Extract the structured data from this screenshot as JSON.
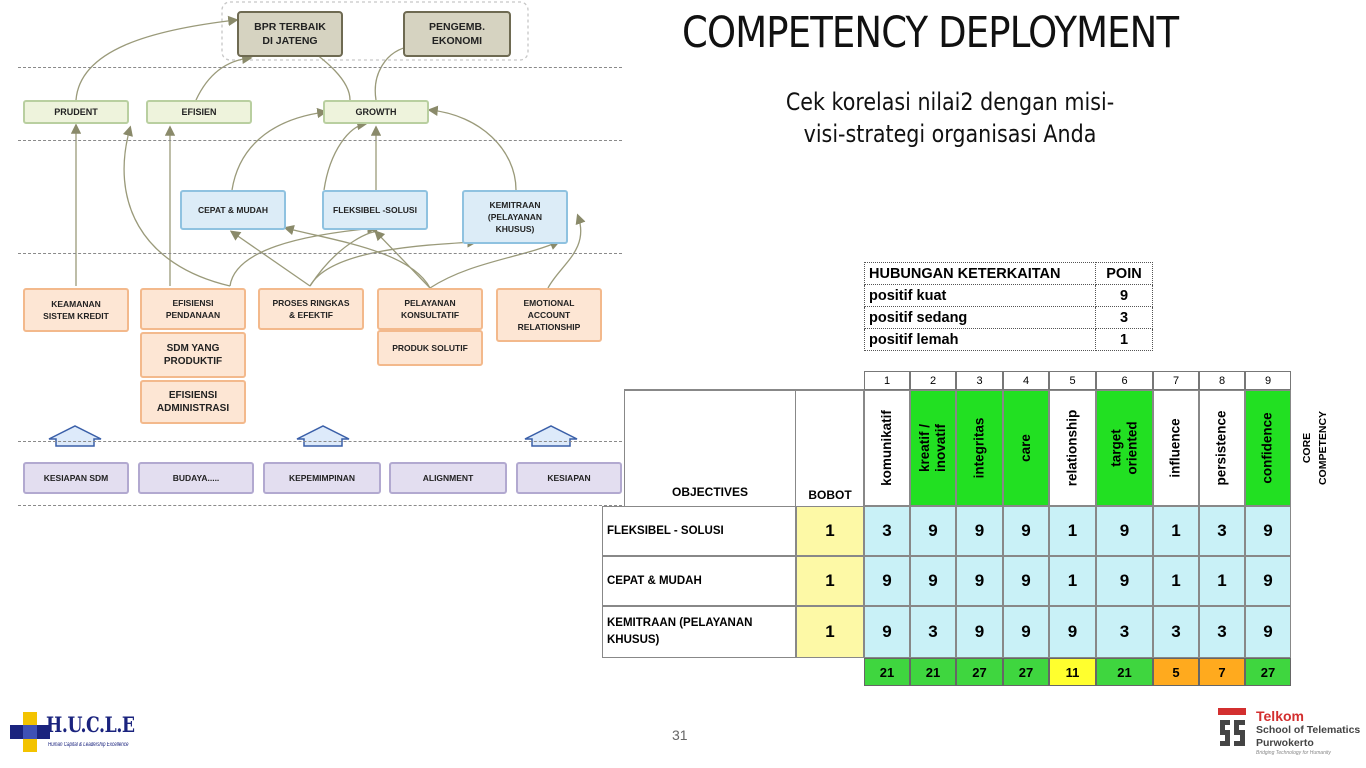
{
  "title": "COMPETENCY DEPLOYMENT",
  "subtitle": "Cek korelasi nilai2 dengan misi-visi-strategi organisasi Anda",
  "diagram": {
    "goals": [
      "BPR TERBAIK\nDI JATENG",
      "PENGEMB.\nEKONOMI"
    ],
    "values": [
      "PRUDENT",
      "EFISIEN",
      "GROWTH"
    ],
    "strategies": [
      "CEPAT & MUDAH",
      "FLEKSIBEL -SOLUSI",
      "KEMITRAAN\n(PELAYANAN\nKHUSUS)"
    ],
    "initiatives": [
      "KEAMANAN\nSISTEM KREDIT",
      "EFISIENSI\nPENDANAAN",
      "PROSES RINGKAS\n& EFEKTIF",
      "PELAYANAN\nKONSULTATIF",
      "EMOTIONAL\nACCOUNT\nRELATIONSHIP",
      "PRODUK SOLUTIF"
    ],
    "initiatives_large": [
      "SDM YANG\nPRODUKTIF",
      "EFISIENSI\nADMINISTRASI"
    ],
    "foundations": [
      "KESIAPAN SDM",
      "BUDAYA.....",
      "KEPEMIMPINAN",
      "ALIGNMENT",
      "KESIAPAN"
    ]
  },
  "legend": {
    "header": [
      "HUBUNGAN KETERKAITAN",
      "POIN"
    ],
    "rows": [
      [
        "positif kuat",
        "9"
      ],
      [
        "positif sedang",
        "3"
      ],
      [
        "positif lemah",
        "1"
      ]
    ]
  },
  "matrix": {
    "col_numbers": [
      "1",
      "2",
      "3",
      "4",
      "5",
      "6",
      "7",
      "8",
      "9"
    ],
    "competencies": [
      "komunikatif",
      "kreatif /\ninovatif",
      "integritas",
      "care",
      "relationship",
      "target\noriented",
      "influence",
      "persistence",
      "confidence"
    ],
    "competency_highlight": [
      false,
      true,
      true,
      true,
      false,
      true,
      false,
      false,
      true
    ],
    "objectives_header": "OBJECTIVES",
    "bobot_header": "BOBOT",
    "core_label": "CORE\nCOMPETENCY",
    "rows": [
      {
        "objective": "FLEKSIBEL - SOLUSI",
        "bobot": "1",
        "scores": [
          "3",
          "9",
          "9",
          "9",
          "1",
          "9",
          "1",
          "3",
          "9"
        ]
      },
      {
        "objective": "CEPAT & MUDAH",
        "bobot": "1",
        "scores": [
          "9",
          "9",
          "9",
          "9",
          "1",
          "9",
          "1",
          "1",
          "9"
        ]
      },
      {
        "objective": "KEMITRAAN (PELAYANAN KHUSUS)",
        "bobot": "1",
        "scores": [
          "9",
          "3",
          "9",
          "9",
          "9",
          "3",
          "3",
          "3",
          "9"
        ]
      }
    ],
    "totals": [
      "21",
      "21",
      "27",
      "27",
      "11",
      "21",
      "5",
      "7",
      "27"
    ],
    "total_colors": [
      "#3fd63f",
      "#3fd63f",
      "#3fd63f",
      "#3fd63f",
      "#ffff2e",
      "#3fd63f",
      "#ffaa1e",
      "#ffaa1e",
      "#3fd63f"
    ]
  },
  "colors": {
    "highlight_green": "#22e022",
    "score_cyan": "#c9f1f7",
    "bobot_yellow": "#fdf9a6"
  },
  "page_number": "31",
  "logo_left": {
    "name": "H.U.C.L.E",
    "tagline": "Human Capital & Leadership Excellence"
  },
  "logo_right": {
    "line1": "Telkom",
    "line2": "School of Telematics",
    "line3": "Purwokerto",
    "tagline": "Bridging Technology for Humanity"
  }
}
